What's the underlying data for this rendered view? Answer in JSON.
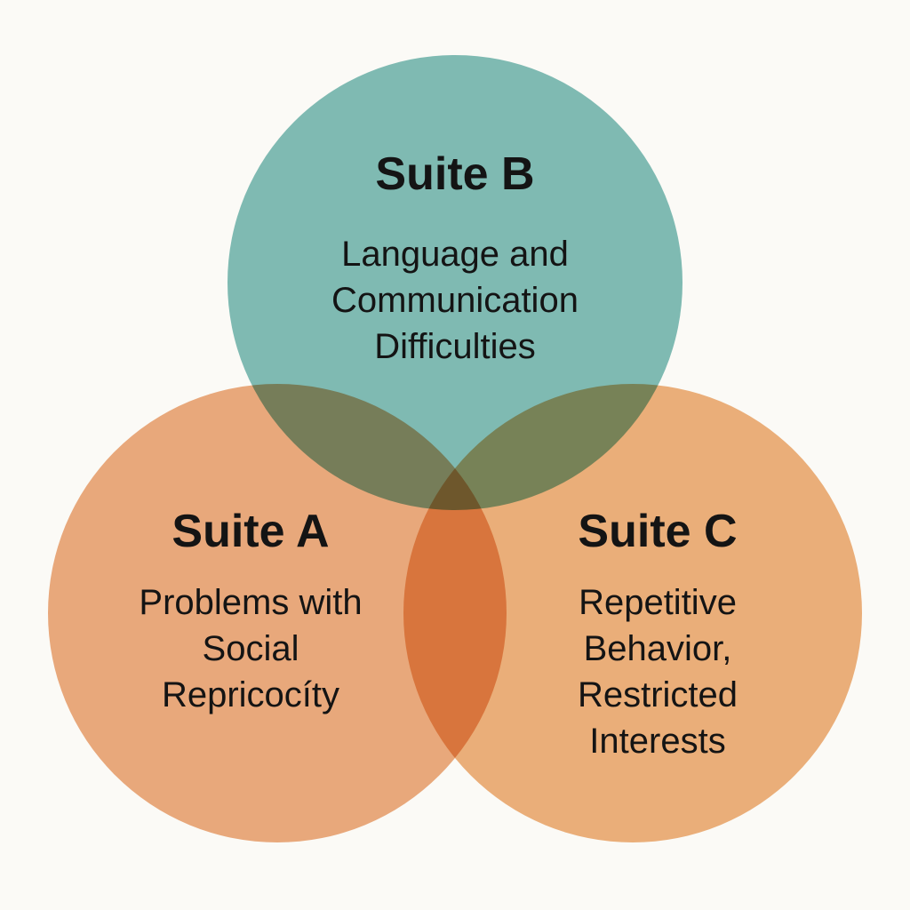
{
  "diagram": {
    "type": "venn",
    "sets": [
      {
        "id": "A",
        "title": "Suite A",
        "description": [
          "Problems with",
          "Social",
          "Repricocíty"
        ],
        "color": "#eba677"
      },
      {
        "id": "B",
        "title": "Suite B",
        "description": [
          "Language and",
          "Communication",
          "Difficulties"
        ],
        "color": "#6fb3ab"
      },
      {
        "id": "C",
        "title": "Suite C",
        "description": [
          "Repetitive",
          "Behavior,",
          "Restricted",
          "Interests"
        ],
        "color": "#eead72"
      }
    ],
    "background": "#fbfaf6"
  }
}
